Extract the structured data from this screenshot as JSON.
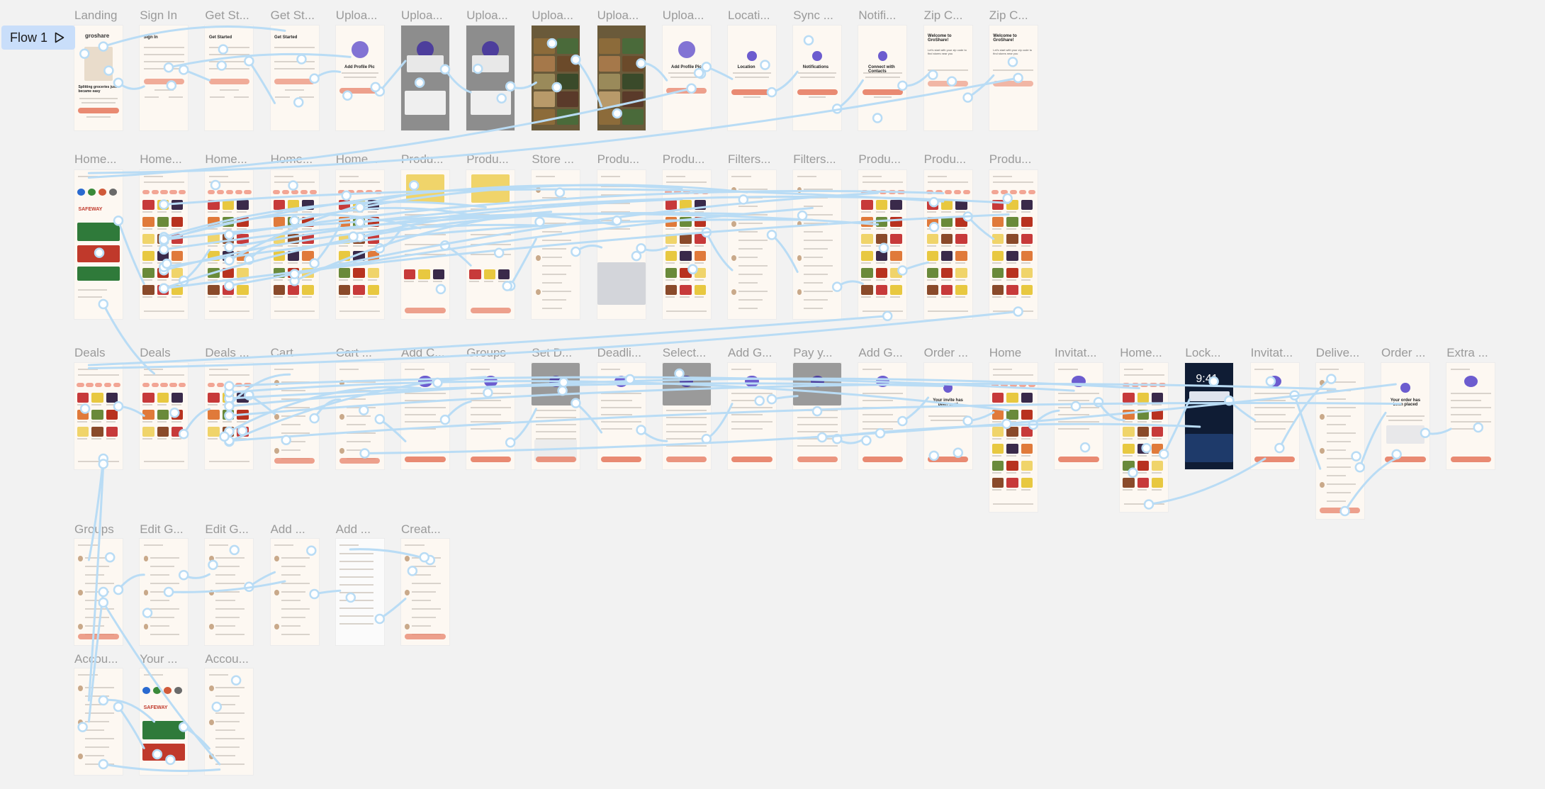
{
  "flow": {
    "label": "Flow 1"
  },
  "frames": [
    {
      "id": "landing",
      "title": "Landing",
      "row": 0,
      "col": 0,
      "variant": "landing"
    },
    {
      "id": "sign-in",
      "title": "Sign In",
      "row": 0,
      "col": 1,
      "variant": "form"
    },
    {
      "id": "get-started-1",
      "title": "Get St...",
      "row": 0,
      "col": 2,
      "variant": "form"
    },
    {
      "id": "get-started-2",
      "title": "Get St...",
      "row": 0,
      "col": 3,
      "variant": "form"
    },
    {
      "id": "upload-1",
      "title": "Uploa...",
      "row": 0,
      "col": 4,
      "variant": "profile"
    },
    {
      "id": "upload-2",
      "title": "Uploa...",
      "row": 0,
      "col": 5,
      "variant": "dark"
    },
    {
      "id": "upload-3",
      "title": "Uploa...",
      "row": 0,
      "col": 6,
      "variant": "dark"
    },
    {
      "id": "upload-4",
      "title": "Uploa...",
      "row": 0,
      "col": 7,
      "variant": "photo"
    },
    {
      "id": "upload-5",
      "title": "Uploa...",
      "row": 0,
      "col": 8,
      "variant": "photo"
    },
    {
      "id": "upload-6",
      "title": "Uploa...",
      "row": 0,
      "col": 9,
      "variant": "profile"
    },
    {
      "id": "location",
      "title": "Locati...",
      "row": 0,
      "col": 10,
      "variant": "icon"
    },
    {
      "id": "sync",
      "title": "Sync ...",
      "row": 0,
      "col": 11,
      "variant": "icon"
    },
    {
      "id": "notifications",
      "title": "Notifi...",
      "row": 0,
      "col": 12,
      "variant": "icon"
    },
    {
      "id": "zip-1",
      "title": "Zip C...",
      "row": 0,
      "col": 13,
      "variant": "welcome"
    },
    {
      "id": "zip-2",
      "title": "Zip C...",
      "row": 0,
      "col": 14,
      "variant": "welcome"
    },
    {
      "id": "home-1",
      "title": "Home...",
      "row": 1,
      "col": 0,
      "variant": "home"
    },
    {
      "id": "home-2",
      "title": "Home...",
      "row": 1,
      "col": 1,
      "variant": "grid"
    },
    {
      "id": "home-3",
      "title": "Home...",
      "row": 1,
      "col": 2,
      "variant": "grid"
    },
    {
      "id": "home-4",
      "title": "Home...",
      "row": 1,
      "col": 3,
      "variant": "grid"
    },
    {
      "id": "home-5",
      "title": "Home...",
      "row": 1,
      "col": 4,
      "variant": "grid"
    },
    {
      "id": "product-1",
      "title": "Produ...",
      "row": 1,
      "col": 5,
      "variant": "product"
    },
    {
      "id": "product-2",
      "title": "Produ...",
      "row": 1,
      "col": 6,
      "variant": "product"
    },
    {
      "id": "store",
      "title": "Store ...",
      "row": 1,
      "col": 7,
      "variant": "list"
    },
    {
      "id": "product-3",
      "title": "Produ...",
      "row": 1,
      "col": 8,
      "variant": "keyboard"
    },
    {
      "id": "product-4",
      "title": "Produ...",
      "row": 1,
      "col": 9,
      "variant": "grid"
    },
    {
      "id": "filters-1",
      "title": "Filters...",
      "row": 1,
      "col": 10,
      "variant": "list"
    },
    {
      "id": "filters-2",
      "title": "Filters...",
      "row": 1,
      "col": 11,
      "variant": "list"
    },
    {
      "id": "product-5",
      "title": "Produ...",
      "row": 1,
      "col": 12,
      "variant": "grid"
    },
    {
      "id": "product-6",
      "title": "Produ...",
      "row": 1,
      "col": 13,
      "variant": "grid"
    },
    {
      "id": "product-7",
      "title": "Produ...",
      "row": 1,
      "col": 14,
      "variant": "grid"
    },
    {
      "id": "deals-1",
      "title": "Deals",
      "row": 2,
      "col": 0,
      "variant": "grid"
    },
    {
      "id": "deals-2",
      "title": "Deals",
      "row": 2,
      "col": 1,
      "variant": "grid"
    },
    {
      "id": "deals-3",
      "title": "Deals ...",
      "row": 2,
      "col": 2,
      "variant": "grid"
    },
    {
      "id": "cart-1",
      "title": "Cart",
      "row": 2,
      "col": 3,
      "variant": "list"
    },
    {
      "id": "cart-2",
      "title": "Cart ...",
      "row": 2,
      "col": 4,
      "variant": "list"
    },
    {
      "id": "add-c",
      "title": "Add C...",
      "row": 2,
      "col": 5,
      "variant": "group"
    },
    {
      "id": "groups",
      "title": "Groups",
      "row": 2,
      "col": 6,
      "variant": "group"
    },
    {
      "id": "set-d",
      "title": "Set D...",
      "row": 2,
      "col": 7,
      "variant": "darkgroup"
    },
    {
      "id": "deadline",
      "title": "Deadli...",
      "row": 2,
      "col": 8,
      "variant": "group"
    },
    {
      "id": "select",
      "title": "Select...",
      "row": 2,
      "col": 9,
      "variant": "darkgroup"
    },
    {
      "id": "add-g-1",
      "title": "Add G...",
      "row": 2,
      "col": 10,
      "variant": "group"
    },
    {
      "id": "pay",
      "title": "Pay y...",
      "row": 2,
      "col": 11,
      "variant": "darkgroup"
    },
    {
      "id": "add-g-2",
      "title": "Add G...",
      "row": 2,
      "col": 12,
      "variant": "group"
    },
    {
      "id": "order-1",
      "title": "Order ...",
      "row": 2,
      "col": 13,
      "variant": "order"
    },
    {
      "id": "home-6",
      "title": "Home",
      "row": 2,
      "col": 14,
      "variant": "gridtall"
    },
    {
      "id": "invite-1",
      "title": "Invitat...",
      "row": 2,
      "col": 15,
      "variant": "group"
    },
    {
      "id": "home-7",
      "title": "Home...",
      "row": 2,
      "col": 16,
      "variant": "gridtall"
    },
    {
      "id": "lock",
      "title": "Lock...",
      "row": 2,
      "col": 17,
      "variant": "lock"
    },
    {
      "id": "invite-2",
      "title": "Invitat...",
      "row": 2,
      "col": 18,
      "variant": "group"
    },
    {
      "id": "delivery",
      "title": "Delive...",
      "row": 2,
      "col": 19,
      "variant": "listtall"
    },
    {
      "id": "order-2",
      "title": "Order ...",
      "row": 2,
      "col": 20,
      "variant": "order"
    },
    {
      "id": "extra",
      "title": "Extra ...",
      "row": 2,
      "col": 21,
      "variant": "group"
    },
    {
      "id": "groups-2",
      "title": "Groups",
      "row": 3,
      "col": 0,
      "variant": "list"
    },
    {
      "id": "edit-g-1",
      "title": "Edit G...",
      "row": 3,
      "col": 1,
      "variant": "list"
    },
    {
      "id": "edit-g-2",
      "title": "Edit G...",
      "row": 3,
      "col": 2,
      "variant": "list"
    },
    {
      "id": "add-1",
      "title": "Add ...",
      "row": 3,
      "col": 3,
      "variant": "list"
    },
    {
      "id": "add-2",
      "title": "Add ...",
      "row": 3,
      "col": 4,
      "variant": "white"
    },
    {
      "id": "create",
      "title": "Creat...",
      "row": 3,
      "col": 5,
      "variant": "list"
    },
    {
      "id": "account-1",
      "title": "Accou...",
      "row": 4,
      "col": 0,
      "variant": "list"
    },
    {
      "id": "your",
      "title": "Your ...",
      "row": 4,
      "col": 1,
      "variant": "home"
    },
    {
      "id": "account-2",
      "title": "Accou...",
      "row": 4,
      "col": 2,
      "variant": "list"
    }
  ],
  "text": {
    "landing_brand": "groshare",
    "landing_tagline": "Splitting groceries just became easy",
    "welcome_heading": "Welcome to GroShare!",
    "zip_sub": "Let's start with your zip code to find stores near you",
    "profile_heading": "Add Profile Pic",
    "location_heading": "Location",
    "notifications_heading": "Notifications",
    "contacts_heading": "Connect with Contacts",
    "get_started": "Get Started",
    "sign_in": "Sign In",
    "order_placed": "Your order has been placed",
    "order_sent": "Your invite has been sent",
    "lock_time": "9:41",
    "safeway": "SAFEWAY"
  },
  "colors": {
    "accent": "#e98a72",
    "connector": "#b9dcf5",
    "node": "#ffffff",
    "title": "#9a9a9a",
    "frame_bg": "#fdf8f2",
    "brand_purple": "#6c5ccf"
  }
}
